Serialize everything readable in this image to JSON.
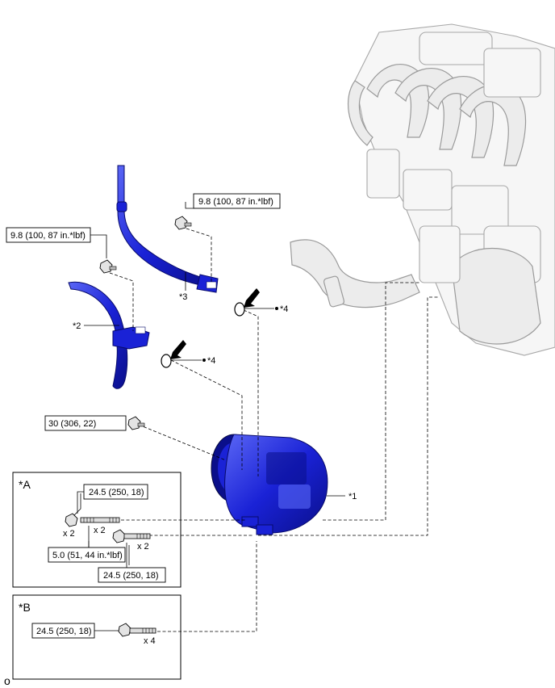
{
  "torque": {
    "hose3_bolt": "9.8 (100, 87 in.*lbf)",
    "hose2_bolt": "9.8 (100, 87 in.*lbf)",
    "compressor_bolt": "30 (306, 22)",
    "a_upper": "24.5 (250, 18)",
    "a_mid": "5.0 (51, 44 in.*lbf)",
    "a_lower": "24.5 (250, 18)",
    "b_bolt": "24.5 (250, 18)"
  },
  "callouts": {
    "compressor": "*1",
    "hose2": "*2",
    "hose3": "*3",
    "oring1": "*4",
    "oring2": "*4"
  },
  "quantities": {
    "a_nut": "x 2",
    "a_stud": "x 2",
    "a_bolt": "x 2",
    "b_bolt": "x 4"
  },
  "panels": {
    "a": "*A",
    "b": "*B"
  },
  "figure_id": "o",
  "colors": {
    "part_blue": "#1a22d6",
    "part_blue_dark": "#0a0f8a",
    "part_blue_light": "#4f5cf0"
  }
}
